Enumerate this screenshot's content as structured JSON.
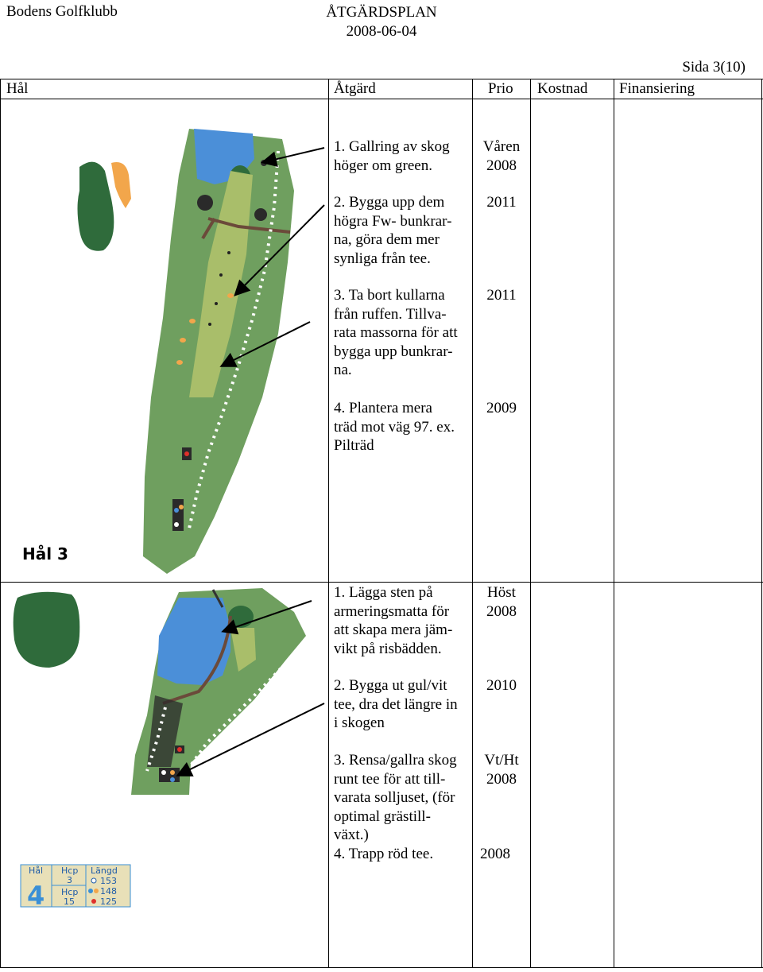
{
  "header": {
    "org": "Bodens Golfklubb",
    "title": "ÅTGÄRDSPLAN",
    "date": "2008-06-04",
    "page": "Sida 3(10)"
  },
  "columns": {
    "hal": "Hål",
    "atgard": "Åtgärd",
    "prio": "Prio",
    "kostnad": "Kostnad",
    "finansiering": "Finansiering"
  },
  "rows": [
    {
      "hole_label": "Hål 3",
      "actions": [
        "1. Gallring av skog\nhöger om green.",
        "2. Bygga upp dem\nhögra Fw- bunkrar-\nna, göra dem mer\nsynliga från tee.",
        "3. Ta bort kullarna\nfrån ruffen. Tillva-\nrata massorna för att\nbygga upp bunkrar-\nna.",
        "4. Plantera mera\nträd mot väg 97. ex.\nPilträd"
      ],
      "prios": [
        "Våren\n2008",
        "2011",
        "2011",
        "2009"
      ]
    },
    {
      "scorecard": {
        "hal_label": "Hål",
        "hal_number": "4",
        "hcp_label": "Hcp",
        "hcp_men": "3",
        "hcp_women": "15",
        "langd_label": "Längd",
        "len_white": "153",
        "len_yellow_blue": "148",
        "len_red": "125"
      },
      "actions": [
        "1. Lägga sten på\narmeringsmatta för\natt skapa mera jäm-\nvikt på risbädden.",
        "2. Bygga ut gul/vit\ntee, dra det längre in\ni skogen",
        "3. Rensa/gallra skog\nrunt tee för att till-\nvarata solljuset, (för\noptimal grästill-\nväxt.)",
        "4. Trapp röd tee."
      ],
      "prios": [
        "Höst\n2008",
        "2010",
        "Vt/Ht\n2008",
        "2008"
      ]
    }
  ],
  "colors": {
    "fairway": "#6f9f5f",
    "fairway_light": "#a9be6a",
    "water": "#4b8fd8",
    "forest": "#2f6b3b",
    "sand": "#f2a64b",
    "path": "#6b4a3a",
    "scorecard_blue": "#3a8fd6",
    "scorecard_bg": "#e8e0b8"
  }
}
